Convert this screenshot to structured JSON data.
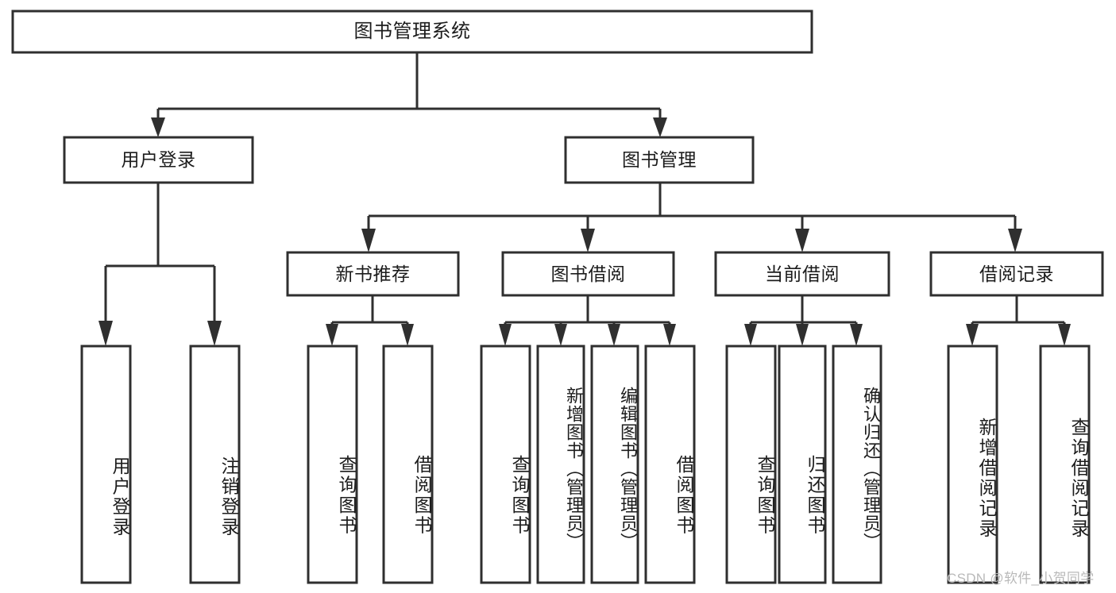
{
  "diagram": {
    "type": "tree-hierarchy-chart",
    "title": "图书管理系统",
    "root": {
      "id": "root",
      "label": "图书管理系统"
    },
    "level1": [
      {
        "id": "user-login",
        "label": "用户登录"
      },
      {
        "id": "book-management",
        "label": "图书管理"
      }
    ],
    "level2": [
      {
        "id": "new-book-recommend",
        "label": "新书推荐",
        "parent": "book-management"
      },
      {
        "id": "book-borrow",
        "label": "图书借阅",
        "parent": "book-management"
      },
      {
        "id": "current-borrow",
        "label": "当前借阅",
        "parent": "book-management"
      },
      {
        "id": "borrow-record",
        "label": "借阅记录",
        "parent": "book-management"
      }
    ],
    "leaves": [
      {
        "id": "leaf-user-login",
        "label": "用户登录",
        "parent": "user-login"
      },
      {
        "id": "leaf-logout-login",
        "label": "注销登录",
        "parent": "user-login"
      },
      {
        "id": "leaf-query-book-1",
        "label": "查询图书",
        "parent": "new-book-recommend"
      },
      {
        "id": "leaf-borrow-book-1",
        "label": "借阅图书",
        "parent": "new-book-recommend"
      },
      {
        "id": "leaf-query-book-2",
        "label": "查询图书",
        "parent": "book-borrow"
      },
      {
        "id": "leaf-add-book",
        "label": "新增图书（管理员）",
        "parent": "book-borrow"
      },
      {
        "id": "leaf-edit-book",
        "label": "编辑图书（管理员）",
        "parent": "book-borrow"
      },
      {
        "id": "leaf-borrow-book-2",
        "label": "借阅图书",
        "parent": "book-borrow"
      },
      {
        "id": "leaf-query-book-3",
        "label": "查询图书",
        "parent": "current-borrow"
      },
      {
        "id": "leaf-return-book",
        "label": "归还图书",
        "parent": "current-borrow"
      },
      {
        "id": "leaf-confirm-return",
        "label": "确认归还（管理员）",
        "parent": "current-borrow"
      },
      {
        "id": "leaf-add-record",
        "label": "新增借阅记录",
        "parent": "borrow-record"
      },
      {
        "id": "leaf-query-record",
        "label": "查询借阅记录",
        "parent": "borrow-record"
      }
    ]
  },
  "watermark": {
    "text": "CSDN @软件_小贺同学"
  },
  "colors": {
    "stroke": "#2f2f2f",
    "box_fill": "#ffffff",
    "text": "#1c1c1c",
    "watermark": "#b9b9b9",
    "background": "#ffffff"
  }
}
